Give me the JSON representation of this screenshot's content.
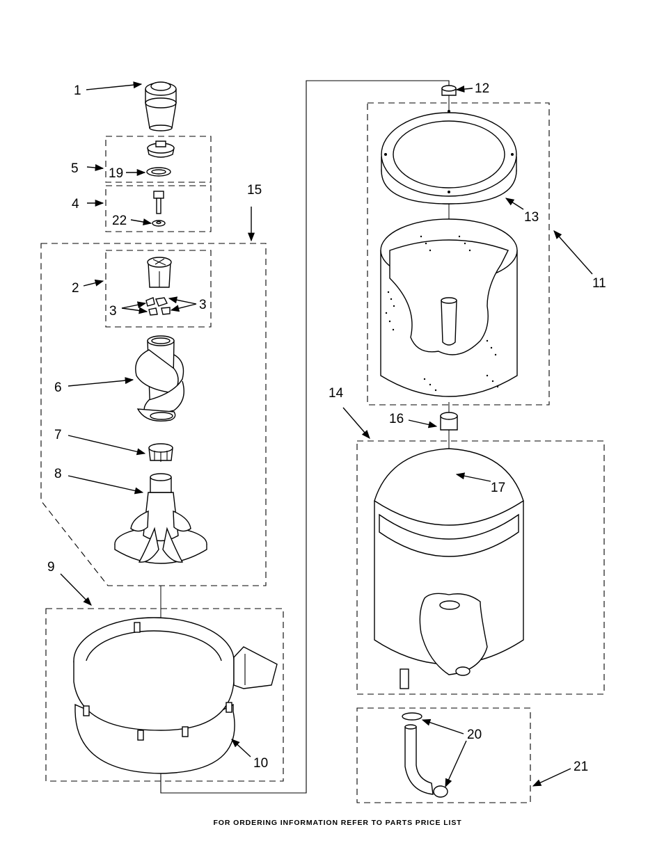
{
  "labels": {
    "p1": "1",
    "p2": "2",
    "p3a": "3",
    "p3b": "3",
    "p4": "4",
    "p5": "5",
    "p6": "6",
    "p7": "7",
    "p8": "8",
    "p9": "9",
    "p10": "10",
    "p11": "11",
    "p12": "12",
    "p13": "13",
    "p14": "14",
    "p15": "15",
    "p16": "16",
    "p17": "17",
    "p19": "19",
    "p20": "20",
    "p21": "21",
    "p22": "22"
  },
  "footer": "FOR ORDERING INFORMATION REFER TO PARTS PRICE LIST"
}
